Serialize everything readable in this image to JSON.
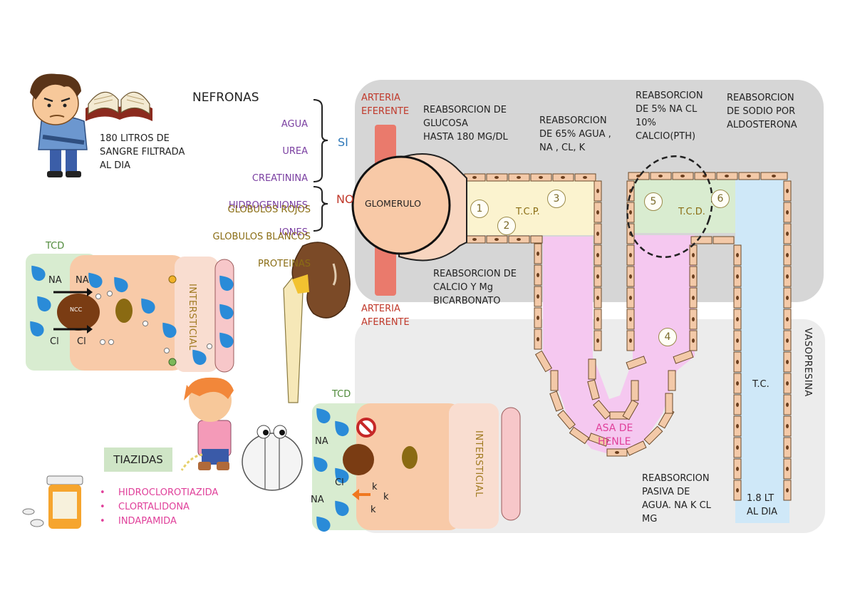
{
  "header": {
    "filtered": "180 LITROS DE\nSANGRE FILTRADA\nAL DIA",
    "title": "NEFRONAS"
  },
  "filtration": {
    "si_items": [
      "AGUA",
      "UREA",
      "CREATININA",
      "HIDROGENIONES",
      "IONES"
    ],
    "si_label": "SI",
    "no_items": [
      "GLOBULOS ROJOS",
      "GLOBULOS BLANCOS",
      "PROTEINAS"
    ],
    "no_label": "NO"
  },
  "vessels": {
    "efferent": "ARTERIA\nEFERENTE",
    "afferent": "ARTERIA\nAFERENTE"
  },
  "nephron": {
    "glomerulo": "GLOMERULO",
    "tcp": "T.C.P.",
    "tcd": "T.C.D.",
    "henle": "ASA DE\nHENLE",
    "tc": "T.C.",
    "output": "1.8 LT\nAL DIA",
    "vasopresina": "VASOPRESINA",
    "numbers": [
      "1",
      "2",
      "3",
      "4",
      "5",
      "6"
    ]
  },
  "reabsorption": {
    "glucose": "REABSORCION DE\nGLUCOSA\nHASTA 180 MG/DL",
    "water65": "REABSORCION\nDE 65% AGUA  ,\nNA , CL, K",
    "na5": "REABSORCION\nDE 5% NA CL\n10%\nCALCIO(PTH)",
    "aldosterona": "REABSORCION\nDE SODIO POR\nALDOSTERONA",
    "calcium": "REABSORCION DE\nCALCIO Y  Mg\nBICARBONATO",
    "passive": "REABSORCION\nPASIVA DE\nAGUA. NA K  CL\nMG"
  },
  "cell1": {
    "tcd": "TCD",
    "na_left": "NA",
    "na_right": "NA",
    "cl_left": "Cl",
    "cl_right": "Cl",
    "ncc": "NCC",
    "intersticial": "INTERSTICIAL"
  },
  "cell2": {
    "tcd": "TCD",
    "na1": "NA",
    "na2": "NA",
    "cl": "Cl",
    "k1": "k",
    "k2": "k",
    "k3": "k",
    "intersticial": "INTERSTICIAL"
  },
  "tiazidas": {
    "title": "TIAZIDAS",
    "drugs": [
      "HIDROCLOROTIAZIDA",
      "CLORTALIDONA",
      "INDAPAMIDA"
    ]
  },
  "colors": {
    "proximal": "#fbf3cf",
    "henle": "#f5c8f0",
    "distal": "#d9ecd0",
    "collecting": "#cfe8f8",
    "artery": "#ea7a6c",
    "cell": "#f8caa8",
    "drop": "#2a8bd8"
  },
  "icons": [
    "student-icon",
    "book-icon",
    "kidney-icon",
    "boy-urinating-icon",
    "pill-face-icon",
    "pill-bottle-icon",
    "prohibited-icon"
  ]
}
